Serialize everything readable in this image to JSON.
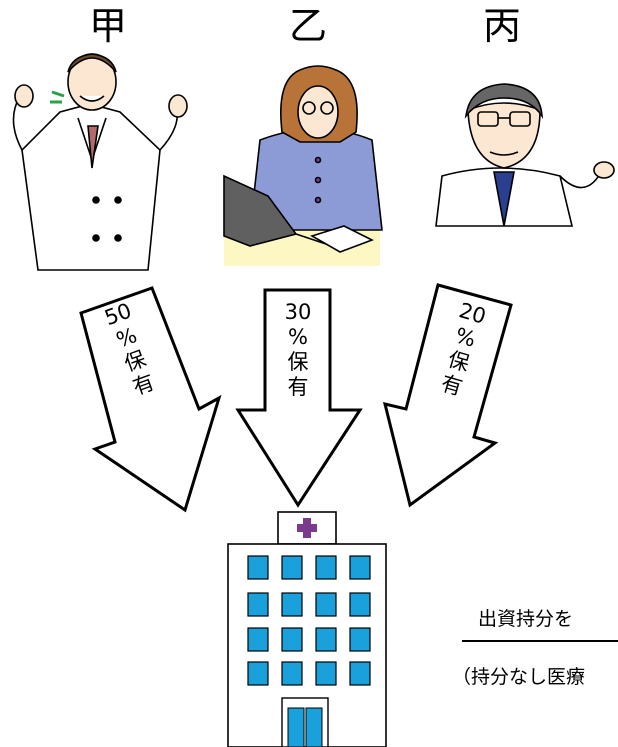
{
  "holders": [
    {
      "name": "甲",
      "share_percent": 50,
      "label_lines": [
        "50",
        "%",
        "保",
        "有"
      ]
    },
    {
      "name": "乙",
      "share_percent": 30,
      "label_lines": [
        "30",
        "%",
        "保",
        "有"
      ]
    },
    {
      "name": "丙",
      "share_percent": 20,
      "label_lines": [
        "20",
        "%",
        "保",
        "有"
      ]
    }
  ],
  "caption": {
    "main": "出資持分を",
    "sub": "（持分なし医療"
  },
  "colors": {
    "hospital_window": "#1aa1dc",
    "cross": "#7a3b8f",
    "desk": "#fdf7c3",
    "blouse": "#8c9ad6"
  }
}
